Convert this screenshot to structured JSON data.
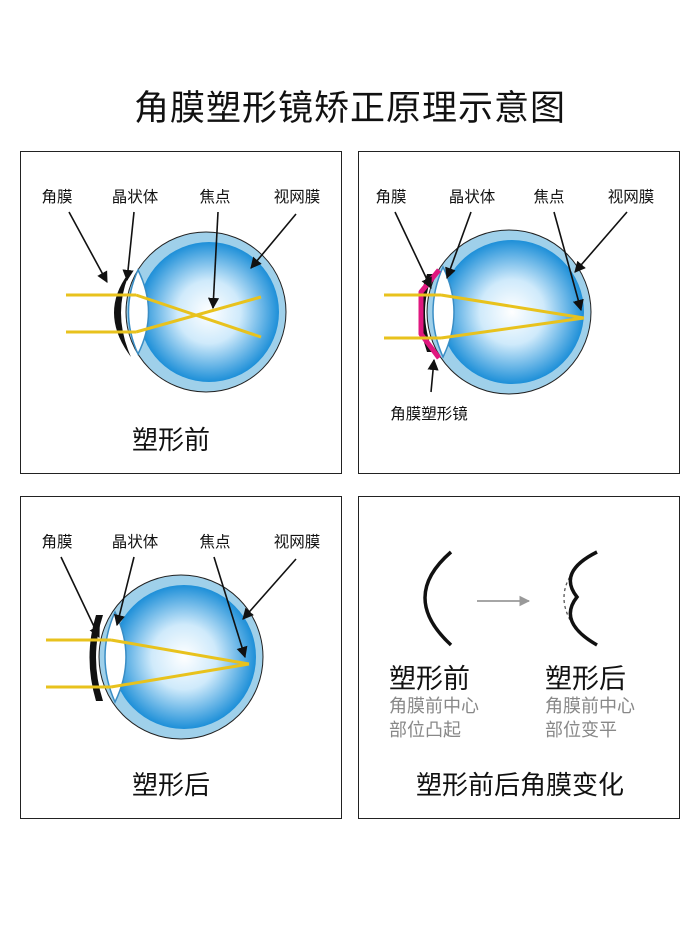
{
  "title": "角膜塑形镜矫正原理示意图",
  "colors": {
    "ray": "#e8c21d",
    "eye_outer": "#9fd0ea",
    "eye_inner_center": "#ffffff",
    "eye_inner_edge": "#1d8fd8",
    "cornea": "#111111",
    "lens_ortho": "#e0177f",
    "border": "#222222",
    "arrow_gray": "#999999"
  },
  "panels": {
    "before": {
      "caption": "塑形前",
      "labels": {
        "cornea": "角膜",
        "lens": "晶状体",
        "focus": "焦点",
        "retina": "视网膜"
      }
    },
    "with_lens": {
      "labels": {
        "cornea": "角膜",
        "lens": "晶状体",
        "focus": "焦点",
        "retina": "视网膜",
        "ortho_lens": "角膜塑形镜"
      }
    },
    "after": {
      "caption": "塑形后",
      "labels": {
        "cornea": "角膜",
        "lens": "晶状体",
        "focus": "焦点",
        "retina": "视网膜"
      }
    },
    "change": {
      "caption": "塑形前后角膜变化",
      "before": {
        "title": "塑形前",
        "desc_line1": "角膜前中心",
        "desc_line2": "部位凸起"
      },
      "after": {
        "title": "塑形后",
        "desc_line1": "角膜前中心",
        "desc_line2": "部位变平"
      }
    }
  }
}
